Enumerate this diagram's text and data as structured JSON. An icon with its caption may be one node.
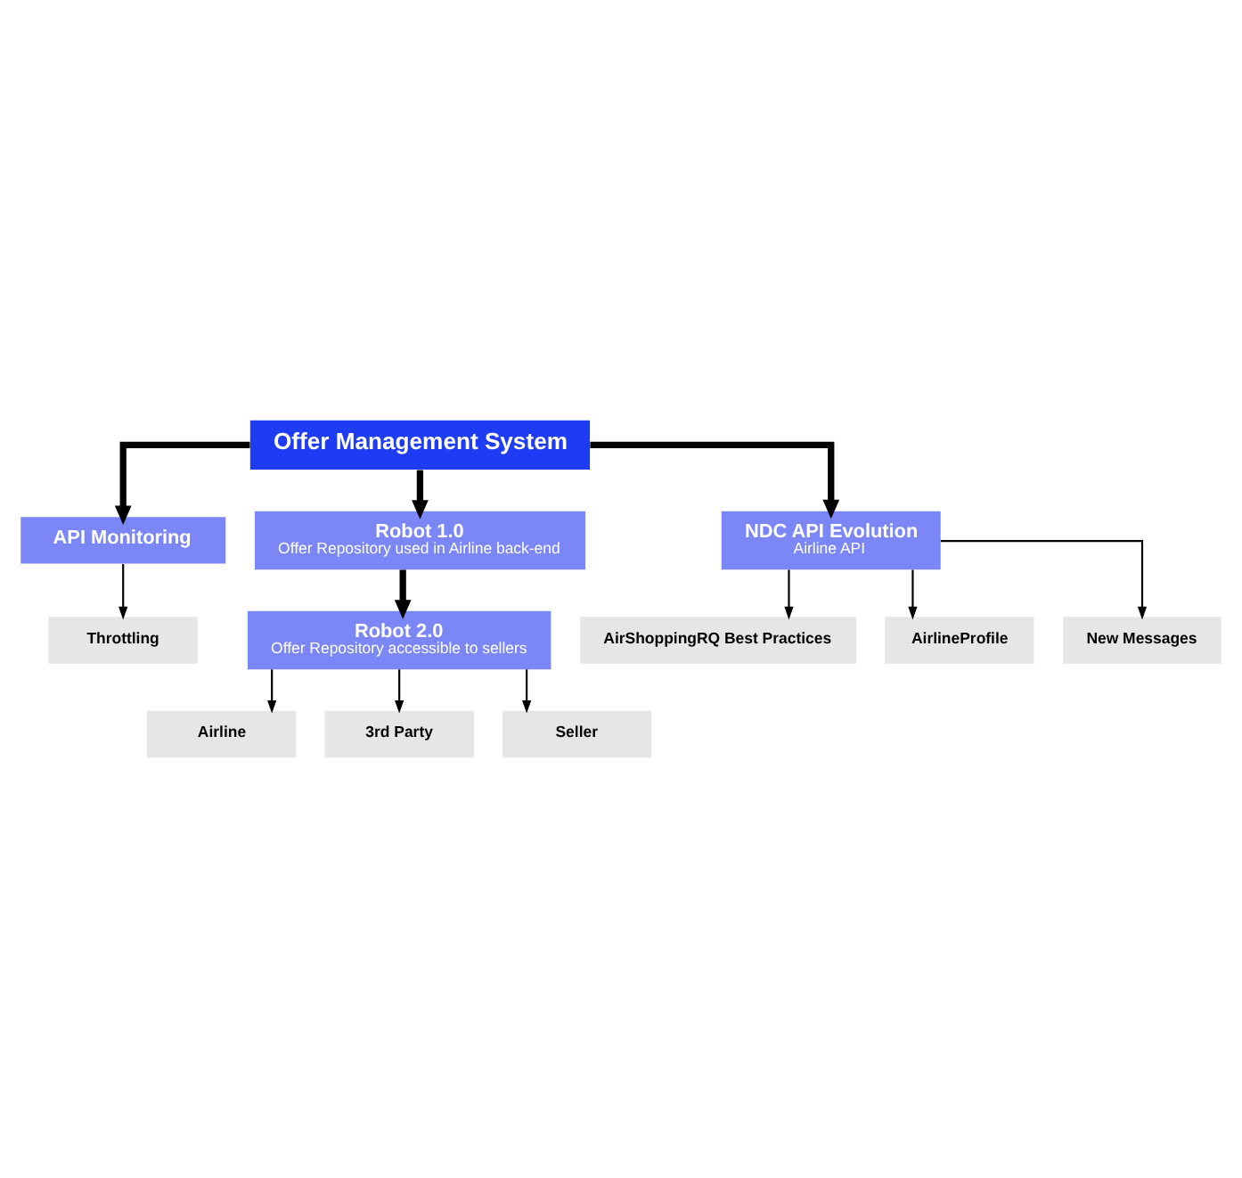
{
  "diagram": {
    "nodes": [
      {
        "text": [
          "Offer Management System"
        ]
      },
      {
        "text": [
          "API Monitoring"
        ]
      },
      {
        "text": [
          "Robot 1.0",
          "Offer Repository used in Airline back-end"
        ]
      },
      {
        "text": [
          "NDC API Evolution",
          "Airline API"
        ]
      },
      {
        "text": [
          "Throttling"
        ]
      },
      {
        "text": [
          "Robot 2.0",
          "Offer Repository accessible to sellers"
        ]
      },
      {
        "text": [
          "AirShoppingRQ Best Practices"
        ]
      },
      {
        "text": [
          "AirlineProfile"
        ]
      },
      {
        "text": [
          "New Messages"
        ]
      },
      {
        "text": [
          "Airline"
        ]
      },
      {
        "text": [
          "3rd Party"
        ]
      },
      {
        "text": [
          "Seller"
        ]
      }
    ],
    "edges": [
      {
        "from": 0,
        "to": 1,
        "arrow": "to",
        "style": "thick"
      },
      {
        "from": 0,
        "to": 2,
        "arrow": "to",
        "style": "thick"
      },
      {
        "from": 0,
        "to": 3,
        "arrow": "to",
        "style": "thick"
      },
      {
        "from": 1,
        "to": 4,
        "arrow": "to"
      },
      {
        "from": 2,
        "to": 5,
        "arrow": "to",
        "style": "thick"
      },
      {
        "from": 3,
        "to": 6,
        "arrow": "to"
      },
      {
        "from": 3,
        "to": 7,
        "arrow": "to"
      },
      {
        "from": 3,
        "to": 8,
        "arrow": "to"
      },
      {
        "from": 5,
        "to": 9,
        "arrow": "to"
      },
      {
        "from": 5,
        "to": 10,
        "arrow": "to"
      },
      {
        "from": 5,
        "to": 11,
        "arrow": "to"
      }
    ]
  }
}
